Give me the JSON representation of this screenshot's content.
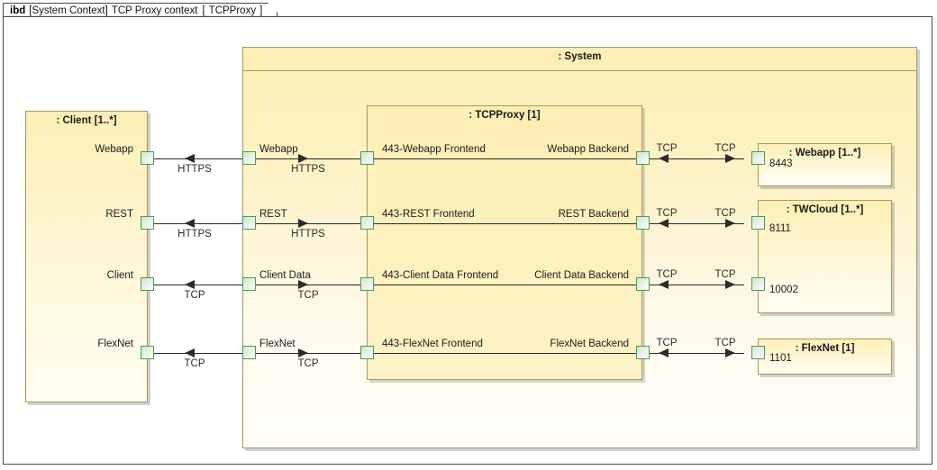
{
  "frame": {
    "keyword": "ibd",
    "context": "[System Context]",
    "name": "TCP Proxy context",
    "bracket_open": "[",
    "type": "TCPProxy",
    "bracket_close": "]"
  },
  "colors": {
    "block_fill_top": "#fdefb6",
    "block_fill_bottom": "#fffdf3",
    "block_border": "#a89a52",
    "port_border": "#4f9a54",
    "line": "#2b2b2b",
    "frame_border": "#4a4a4a"
  },
  "blocks": {
    "client": {
      "title": ": Client [1..*]",
      "ports": [
        {
          "label": "Webapp"
        },
        {
          "label": "REST"
        },
        {
          "label": "Client"
        },
        {
          "label": "FlexNet"
        }
      ]
    },
    "system": {
      "title": ": System",
      "ports": [
        {
          "label": "Webapp"
        },
        {
          "label": "REST"
        },
        {
          "label": "Client Data"
        },
        {
          "label": "FlexNet"
        }
      ],
      "right_ports": [
        {
          "label": "TCP"
        },
        {
          "label": "TCP"
        },
        {
          "label": "TCP"
        },
        {
          "label": "TCP"
        }
      ]
    },
    "proxy": {
      "title": ": TCPProxy [1]",
      "frontend_ports": [
        {
          "label": "443-Webapp Frontend"
        },
        {
          "label": "443-REST Frontend"
        },
        {
          "label": "443-Client Data Frontend"
        },
        {
          "label": "443-FlexNet Frontend"
        }
      ],
      "backend_ports": [
        {
          "label": "Webapp Backend"
        },
        {
          "label": "REST Backend"
        },
        {
          "label": "Client Data Backend"
        },
        {
          "label": "FlexNet Backend"
        }
      ]
    },
    "webapp": {
      "title": ": Webapp [1..*]",
      "ports": [
        {
          "label": "8443"
        }
      ]
    },
    "twcloud": {
      "title": ": TWCloud [1..*]",
      "ports": [
        {
          "label": "8111"
        },
        {
          "label": "10002"
        }
      ]
    },
    "flexnet": {
      "title": ": FlexNet [1]",
      "ports": [
        {
          "label": "1101"
        }
      ]
    }
  },
  "connectors": {
    "client_to_system": [
      {
        "label": "HTTPS"
      },
      {
        "label": "HTTPS"
      },
      {
        "label": "TCP"
      },
      {
        "label": "TCP"
      }
    ],
    "system_to_proxy": [
      {
        "label": "HTTPS"
      },
      {
        "label": "HTTPS"
      },
      {
        "label": "TCP"
      },
      {
        "label": "TCP"
      }
    ],
    "proxy_to_systemedge": [
      {
        "label": "TCP"
      },
      {
        "label": "TCP"
      },
      {
        "label": "TCP"
      },
      {
        "label": "TCP"
      }
    ],
    "systemedge_to_target": [
      {
        "label": "TCP"
      },
      {
        "label": "TCP"
      },
      {
        "label": "TCP"
      },
      {
        "label": "TCP"
      }
    ]
  }
}
